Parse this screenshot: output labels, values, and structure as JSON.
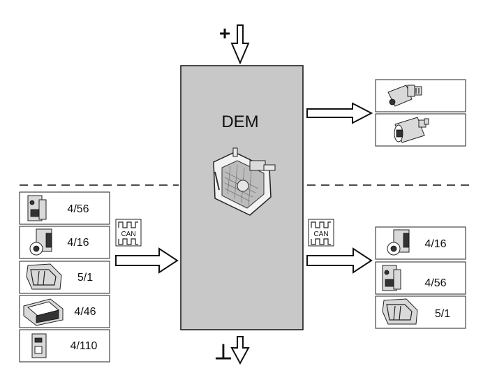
{
  "diagram": {
    "center_label": "DEM",
    "power_plus": "+",
    "ground_symbol": "⊥",
    "can_left": "CAN",
    "can_right": "CAN",
    "left_items": [
      {
        "label": "4/56",
        "icon": "battery-module-icon"
      },
      {
        "label": "4/16",
        "icon": "relay-valve-icon"
      },
      {
        "label": "5/1",
        "icon": "actuator-housing-icon"
      },
      {
        "label": "4/46",
        "icon": "control-unit-icon"
      },
      {
        "label": "4/110",
        "icon": "connector-module-icon"
      }
    ],
    "right_bottom_items": [
      {
        "label": "4/16",
        "icon": "relay-valve-icon"
      },
      {
        "label": "4/56",
        "icon": "battery-module-icon"
      },
      {
        "label": "5/1",
        "icon": "actuator-housing-icon"
      }
    ],
    "right_top_items": [
      {
        "icon": "pressure-sensor-icon"
      },
      {
        "icon": "solenoid-valve-icon"
      }
    ]
  }
}
